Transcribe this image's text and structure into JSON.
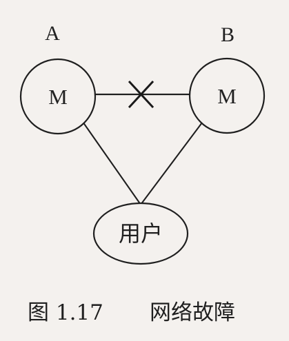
{
  "diagram": {
    "labels": {
      "left_node_name": "A",
      "right_node_name": "B",
      "left_node_inner": "M",
      "right_node_inner": "M",
      "user_node": "用户"
    },
    "caption": {
      "figure_number": "图 1.17",
      "title": "网络故障"
    },
    "link_status": {
      "left_to_right": "broken",
      "left_to_user": "connected",
      "right_to_user": "connected"
    }
  }
}
